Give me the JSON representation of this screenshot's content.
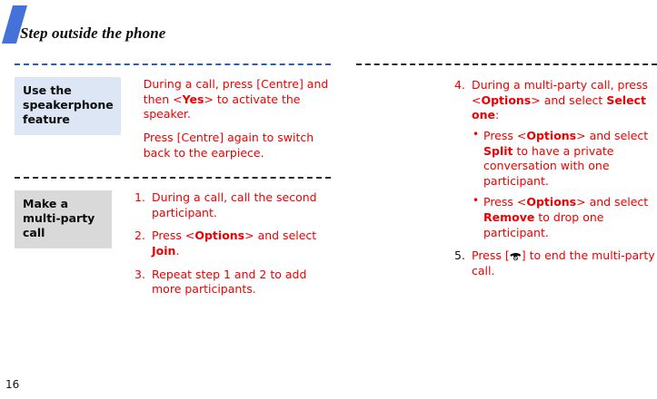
{
  "header": {
    "title": "Step outside the phone",
    "accent_color": "#4472d8"
  },
  "colors": {
    "body_text": "#ee0000",
    "label_blue": "#dce6f4",
    "label_gray": "#d9d9d9",
    "rule_blue": "#2f5f9e",
    "rule_black": "#2b2b2b"
  },
  "left_column": {
    "sections": [
      {
        "label": "Use the speakerphone feature",
        "paragraphs": [
          {
            "parts": [
              {
                "text": "During a call, press [Centre] and then <",
                "bold": false
              },
              {
                "text": "Yes",
                "bold": true
              },
              {
                "text": "> to activate the speaker.",
                "bold": false
              }
            ]
          },
          {
            "parts": [
              {
                "text": "Press [Centre] again to switch back to the earpiece.",
                "bold": false
              }
            ]
          }
        ]
      },
      {
        "label": "Make a multi-party call",
        "steps": [
          {
            "num": "1.",
            "parts": [
              {
                "text": "During a call, call the second participant.",
                "bold": false
              }
            ]
          },
          {
            "num": "2.",
            "parts": [
              {
                "text": "Press <",
                "bold": false
              },
              {
                "text": "Options",
                "bold": true
              },
              {
                "text": "> and select ",
                "bold": false
              },
              {
                "text": "Join",
                "bold": true
              },
              {
                "text": ".",
                "bold": false
              }
            ]
          },
          {
            "num": "3.",
            "parts": [
              {
                "text": "Repeat step 1 and 2 to add more participants.",
                "bold": false
              }
            ]
          }
        ]
      }
    ]
  },
  "right_column": {
    "steps": [
      {
        "num": "4.",
        "parts": [
          {
            "text": "During a multi-party call, press <",
            "bold": false
          },
          {
            "text": "Options",
            "bold": true
          },
          {
            "text": "> and select ",
            "bold": false
          },
          {
            "text": "Select one",
            "bold": true
          },
          {
            "text": ":",
            "bold": false
          }
        ],
        "bullets": [
          {
            "dot": "•",
            "parts": [
              {
                "text": "Press <",
                "bold": false
              },
              {
                "text": "Options",
                "bold": true
              },
              {
                "text": "> and select ",
                "bold": false
              },
              {
                "text": "Split",
                "bold": true
              },
              {
                "text": " to have a private conversation with one participant.",
                "bold": false
              }
            ]
          },
          {
            "dot": "•",
            "parts": [
              {
                "text": "Press <",
                "bold": false
              },
              {
                "text": "Options",
                "bold": true
              },
              {
                "text": "> and select ",
                "bold": false
              },
              {
                "text": "Remove",
                "bold": true
              },
              {
                "text": " to drop one participant.",
                "bold": false
              }
            ]
          }
        ]
      },
      {
        "num": "5.",
        "black": true,
        "icon": "end-call-icon",
        "parts_before_icon": [
          {
            "text": "Press [",
            "bold": false
          }
        ],
        "parts_after_icon": [
          {
            "text": "] to end the multi-party call.",
            "bold": false
          }
        ]
      }
    ]
  },
  "footer": {
    "page_number": "16"
  }
}
